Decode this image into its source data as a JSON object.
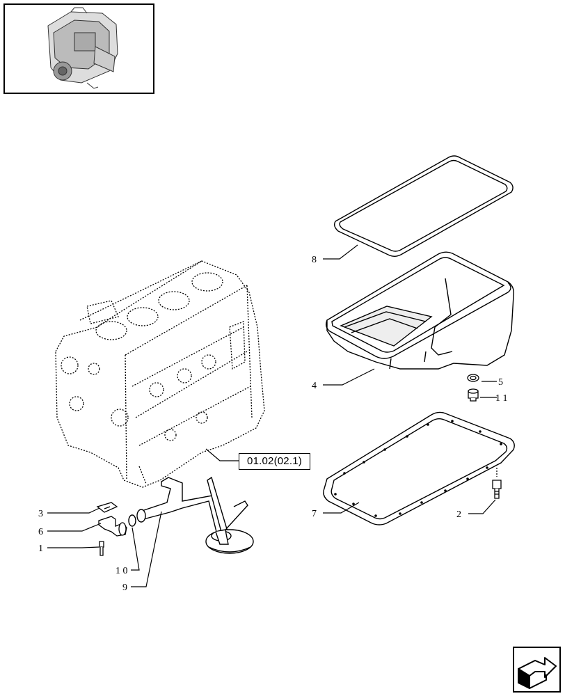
{
  "thumbnail": {
    "icon": "engine-thumbnail"
  },
  "reference": {
    "label": "01.02(02.1)"
  },
  "callouts": {
    "c8": "8",
    "c4": "4",
    "c5": "5",
    "c11": "1 1",
    "c7": "7",
    "c2": "2",
    "c3": "3",
    "c6": "6",
    "c1": "1",
    "c10": "1 0",
    "c9": "9"
  },
  "navigation": {
    "icon": "next-page-arrow-icon"
  }
}
